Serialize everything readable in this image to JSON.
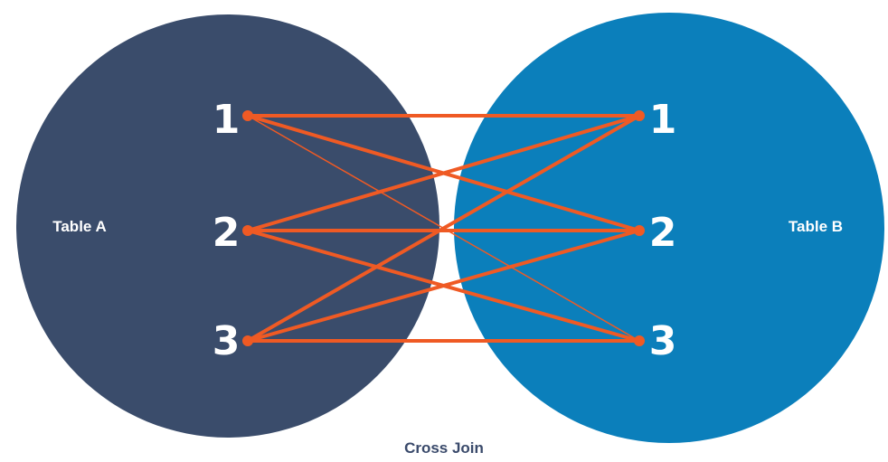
{
  "caption": "Cross Join",
  "tables": [
    {
      "label": "Table A",
      "color": "#3a4c6b",
      "rows": [
        "1",
        "2",
        "3"
      ]
    },
    {
      "label": "Table B",
      "color": "#0b7fbb",
      "rows": [
        "1",
        "2",
        "3"
      ]
    }
  ],
  "connections": [
    {
      "from": "1",
      "to": "1"
    },
    {
      "from": "1",
      "to": "2"
    },
    {
      "from": "1",
      "to": "3"
    },
    {
      "from": "2",
      "to": "1"
    },
    {
      "from": "2",
      "to": "2"
    },
    {
      "from": "2",
      "to": "3"
    },
    {
      "from": "3",
      "to": "1"
    },
    {
      "from": "3",
      "to": "2"
    },
    {
      "from": "3",
      "to": "3"
    }
  ],
  "colors": {
    "connector": "#ef5a24",
    "background": "#ffffff"
  }
}
